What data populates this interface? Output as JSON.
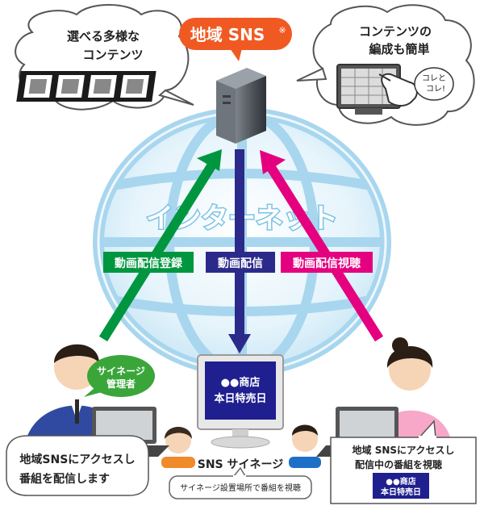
{
  "top_bubble": {
    "title": "地域 SNS",
    "mark": "※"
  },
  "left_bubble": {
    "line1": "選べる多様な",
    "line2": "コンテンツ"
  },
  "right_bubble": {
    "line1": "コンテンツの",
    "line2": "編成も簡単",
    "hand_line1": "コレと",
    "hand_line2": "コレ!"
  },
  "globe": {
    "label": "インターネット"
  },
  "arrows": {
    "upload": "動画配信登録",
    "deliver": "動画配信",
    "view": "動画配信視聴"
  },
  "signage_screen": {
    "line1": "●●商店",
    "line2": "本日特売日"
  },
  "signage_caption": {
    "title": "SNS サイネージ",
    "note": "サイネージ設置場所で番組を視聴"
  },
  "admin": {
    "badge_line1": "サイネージ",
    "badge_line2": "管理者",
    "caption_line1": "地域SNSにアクセスし",
    "caption_line2": "番組を配信します"
  },
  "viewer": {
    "caption_line1": "地域 SNSにアクセスし",
    "caption_line2": "配信中の番組を視聴",
    "screen_line1": "●●商店",
    "screen_line2": "本日特売日"
  },
  "colors": {
    "green": "#00963f",
    "navy": "#2b2a8a",
    "magenta": "#e4007f",
    "globe": "#bfe3f5",
    "orange": "#f05a22"
  }
}
